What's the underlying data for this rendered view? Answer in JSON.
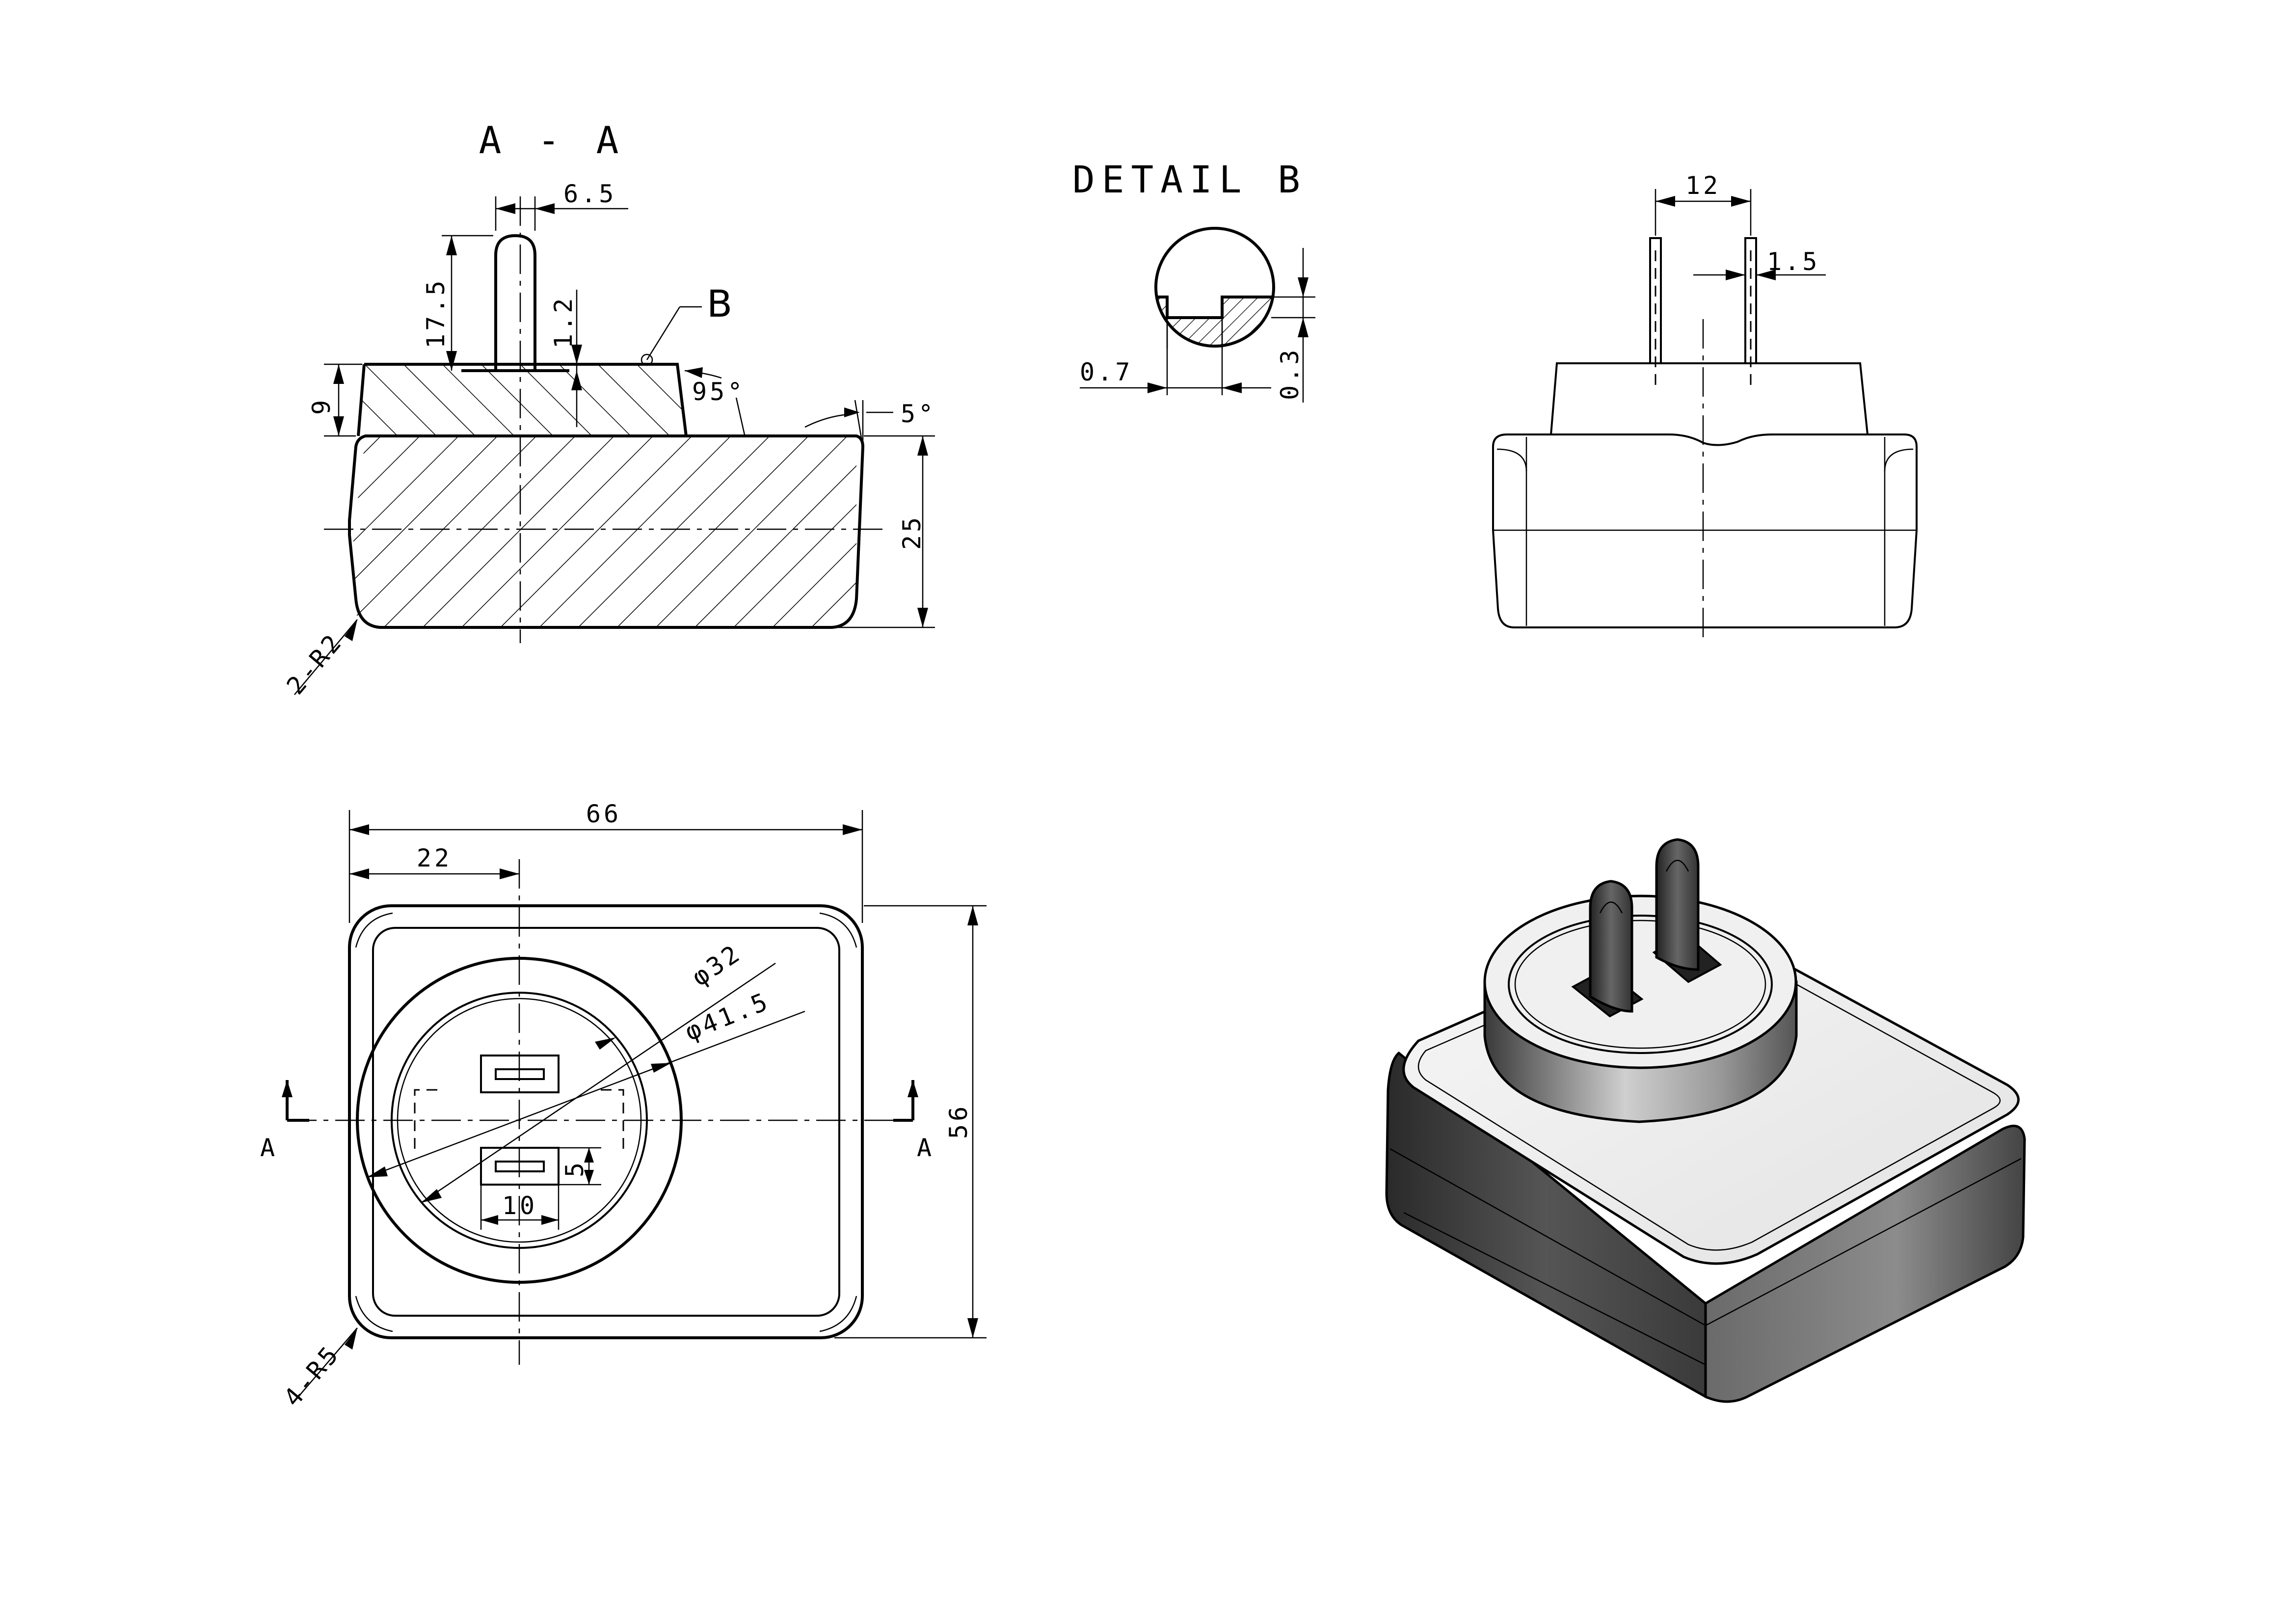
{
  "section_view": {
    "title": "A - A",
    "dims": {
      "blade_width": "6.5",
      "blade_height": "17.5",
      "step": "1.2",
      "detail_ref": "B",
      "boss_height": "9",
      "angle_95": "95°",
      "angle_5": "5°",
      "body_height": "25",
      "corner_radius": "2-R2"
    }
  },
  "detail_view": {
    "title": "DETAIL B",
    "dims": {
      "groove_width": "0.7",
      "groove_depth": "0.3"
    }
  },
  "side_view": {
    "dims": {
      "blade_spacing": "12",
      "blade_thickness": "1.5"
    }
  },
  "top_view": {
    "dims": {
      "overall_width": "66",
      "blade_offset": "22",
      "inner_diameter": "φ32",
      "outer_diameter": "φ41.5",
      "slot_length": "10",
      "slot_width": "5",
      "overall_height": "56",
      "corner_radius": "4-R5",
      "section_left": "A",
      "section_right": "A"
    }
  },
  "iso_view": {
    "colors": {
      "top_face": "#ececec",
      "left_face": "#3c3c3c",
      "right_face": "#5a5a5a",
      "boss_side": "#6a6a6a",
      "boss_top": "#f0f0f0",
      "prong": "#3a3a3a"
    }
  }
}
